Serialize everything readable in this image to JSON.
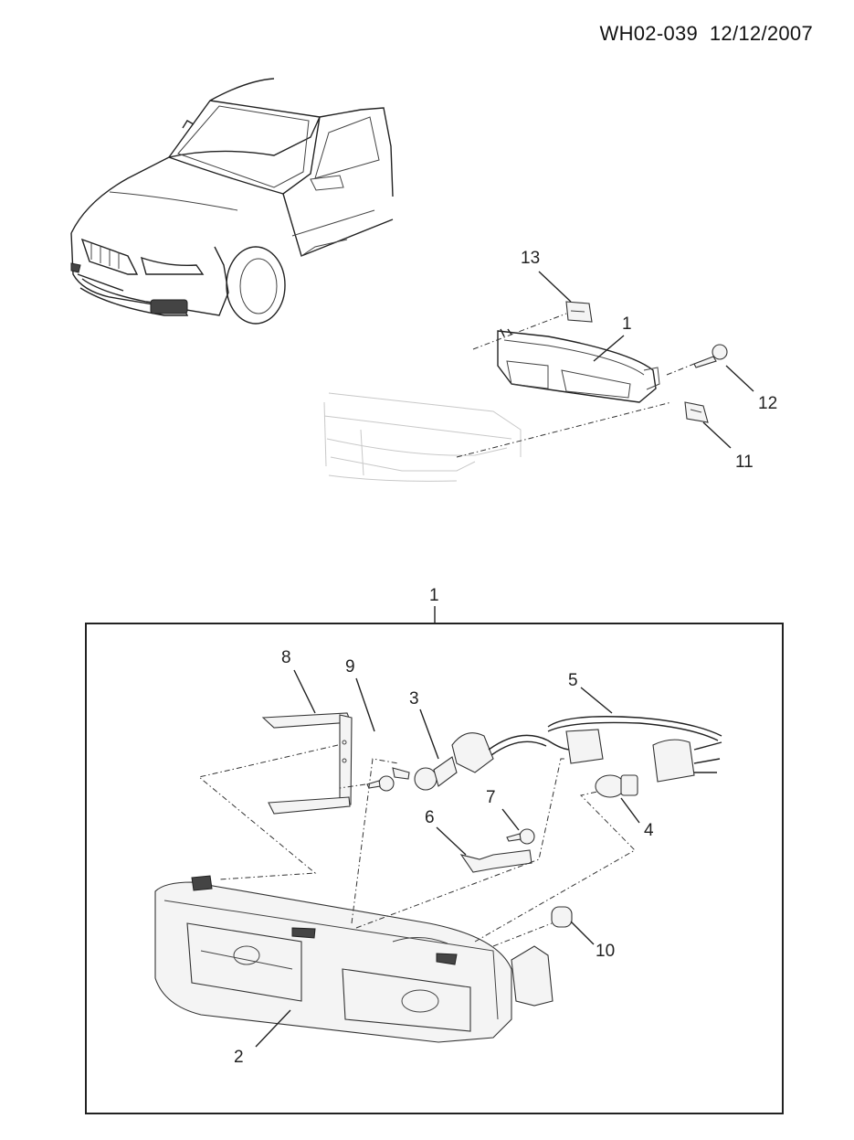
{
  "header": {
    "doc_code": "WH02-039",
    "date": "12/12/2007"
  },
  "overview_callouts": {
    "c13": "13",
    "c1": "1",
    "c12": "12",
    "c11": "11"
  },
  "detail": {
    "group_label": "1",
    "callouts": {
      "c8": "8",
      "c9": "9",
      "c3": "3",
      "c5": "5",
      "c7": "7",
      "c6": "6",
      "c4": "4",
      "c10": "10",
      "c2": "2"
    }
  }
}
